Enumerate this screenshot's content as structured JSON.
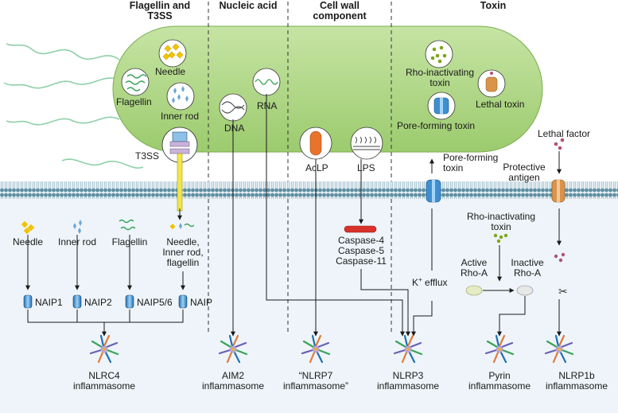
{
  "columns": {
    "flagellin_t3ss": "Flagellin and\nT3SS",
    "nucleic_acid": "Nucleic acid",
    "cell_wall": "Cell wall\ncomponent",
    "toxin": "Toxin"
  },
  "bacterium": {
    "needle": "Needle",
    "flagellin": "Flagellin",
    "inner_rod": "Inner rod",
    "t3ss": "T3SS",
    "dna": "DNA",
    "rna": "RNA",
    "aclp": "AcLP",
    "lps": "LPS",
    "rho_toxin": "Rho-inactivating\ntoxin",
    "lethal_toxin": "Lethal toxin",
    "pore_toxin": "Pore-forming toxin"
  },
  "extracellular": {
    "pore_forming_toxin": "Pore-forming\ntoxin",
    "lethal_factor": "Lethal factor",
    "protective_antigen": "Protective\nantigen"
  },
  "cytosol": {
    "needle": "Needle",
    "inner_rod": "Inner rod",
    "flagellin": "Flagellin",
    "needle_rod_flagellin": "Needle,\nInner rod,\nflagellin",
    "naip1": "NAIP1",
    "naip2": "NAIP2",
    "naip56": "NAIP5/6",
    "naip": "NAIP",
    "caspases": "Caspase-4\nCaspase-5\nCaspase-11",
    "k_efflux": "K",
    "k_sup": "+",
    "k_efflux_rest": " efflux",
    "rho_toxin": "Rho-inactivating\ntoxin",
    "active_rhoa": "Active\nRho-A",
    "inactive_rhoa": "Inactive\nRho-A"
  },
  "inflammasomes": {
    "nlrc4": "NLRC4\ninflammasome",
    "aim2": "AIM2\ninflammasome",
    "nlrp7": "“NLRP7\ninflammasome”",
    "nlrp3": "NLRP3\ninflammasome",
    "pyrin": "Pyrin\ninflammasome",
    "nlrp1b": "NLRP1b\ninflammasome"
  },
  "colors": {
    "bacterium": "#a8d37a",
    "cytosol": "#eef4f9",
    "membrane": "#5f8fa3",
    "naip": "#3d8fd0",
    "needle": "#f2c200",
    "inner_rod": "#6aa5d6",
    "flagellin": "#3aa35a",
    "caspase": "#d8322a"
  }
}
